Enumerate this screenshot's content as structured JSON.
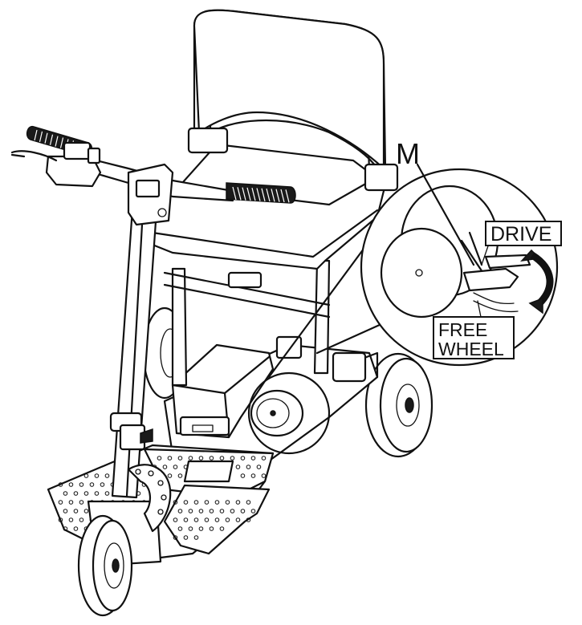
{
  "labels": {
    "marker": "M",
    "drive": "DRIVE",
    "free_wheel_line1": "FREE",
    "free_wheel_line2": "WHEEL"
  },
  "colors": {
    "line": "#111111",
    "background": "#ffffff",
    "grip": "#1a1a1a"
  },
  "icons": {
    "lever_direction": "curved-double-arrow"
  }
}
